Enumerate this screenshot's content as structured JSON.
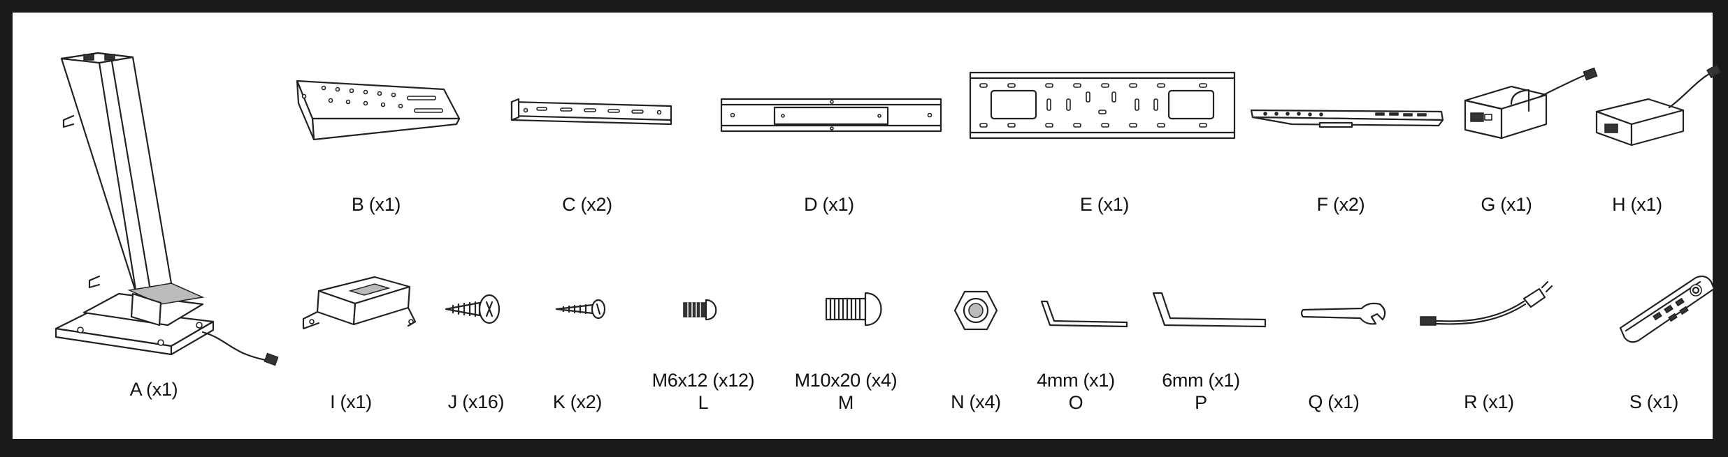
{
  "parts": {
    "A": {
      "label": "A (x1)"
    },
    "B": {
      "label": "B (x1)"
    },
    "C": {
      "label": "C (x2)"
    },
    "D": {
      "label": "D (x1)"
    },
    "E": {
      "label": "E (x1)"
    },
    "F": {
      "label": "F (x2)"
    },
    "G": {
      "label": "G (x1)"
    },
    "H": {
      "label": "H (x1)"
    },
    "I": {
      "label": "I (x1)"
    },
    "J": {
      "label": "J (x16)"
    },
    "K": {
      "label": "K (x2)"
    },
    "L": {
      "spec": "M6x12 (x12)",
      "label": "L"
    },
    "M": {
      "spec": "M10x20 (x4)",
      "label": "M"
    },
    "N": {
      "label": "N (x4)"
    },
    "O": {
      "spec": "4mm (x1)",
      "label": "O"
    },
    "P": {
      "spec": "6mm (x1)",
      "label": "P"
    },
    "Q": {
      "label": "Q (x1)"
    },
    "R": {
      "label": "R (x1)"
    },
    "S": {
      "label": "S (x1)"
    }
  },
  "icons": {
    "A": "column-lift-icon",
    "B": "support-bracket-icon",
    "C": "slotted-bar-icon",
    "D": "cross-plate-icon",
    "E": "mounting-plate-icon",
    "F": "flat-rail-icon",
    "G": "control-box-icon",
    "H": "power-adapter-icon",
    "I": "clamp-bracket-icon",
    "J": "wood-screw-icon",
    "K": "small-screw-icon",
    "L": "m6-bolt-icon",
    "M": "m10-bolt-icon",
    "N": "hex-nut-icon",
    "O": "allen-key-4mm-icon",
    "P": "allen-key-6mm-icon",
    "Q": "wrench-icon",
    "R": "power-cable-icon",
    "S": "remote-control-icon"
  }
}
